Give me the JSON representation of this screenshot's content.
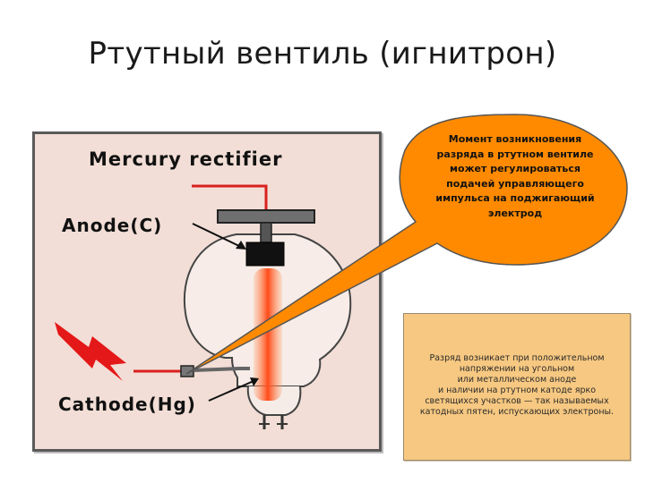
{
  "slide": {
    "title": "Ртутный вентиль (игнитрон)"
  },
  "figure": {
    "title": "Mercury rectifier",
    "anode_label": "Anode(C)",
    "cathode_label": "Cathode(Hg)"
  },
  "callout": {
    "text": "Момент возникновения разряда в ртутном вентиле может регулироваться подачей управляющего импульса на поджигающий электрод",
    "color": "#ff8a00"
  },
  "note": {
    "lines": [
      "Разряд возникает при положительном",
      "напряжении на угольном",
      "или металлическом аноде",
      "и наличии на ртутном катоде ярко",
      "светящихся участков — так называемых",
      "катодных пятен, испускающих электроны."
    ],
    "color": "#f7c881"
  }
}
